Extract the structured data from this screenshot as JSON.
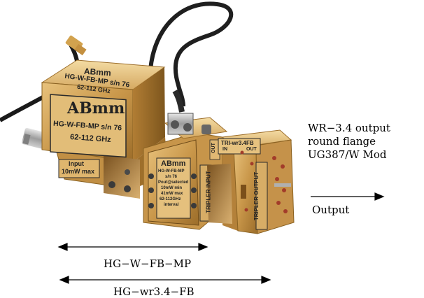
{
  "annotations": {
    "output_spec_line1": "WR−3.4 output",
    "output_spec_line2": "round flange",
    "output_spec_line3": "UG387/W Mod",
    "output_label": "Output",
    "short_span_label": "HG−W−FB−MP",
    "long_span_label": "HG−wr3.4−FB"
  },
  "device_labels": {
    "left_block": {
      "logo": "ABmm",
      "top_text": "HG-W-FB-MP s/n 76",
      "top_freq": "62-112 GHz",
      "front_model": "HG-W-FB-MP s/n 76",
      "front_freq": "62-112 GHz",
      "input_line1": "Input",
      "input_line2": "10mW max"
    },
    "middle_block": {
      "logo": "ABmm",
      "line1": "HG-W-FB-MP",
      "line2": "s/n 76",
      "line3": "Pout@selected",
      "line4": "10mW min",
      "line5": "41mW max",
      "line6": "62-112GHz",
      "line7": "interval",
      "side_label": "TRIPLER INPUT",
      "out_tag": "OUT"
    },
    "right_block": {
      "top_line": "TRI-wr3.4FB",
      "in_label": "IN",
      "out_label": "OUT",
      "side_label": "TRIPLER OUTPUT"
    }
  },
  "colors": {
    "gold": "#c99a4e",
    "gold_dark": "#8a6222",
    "gold_light": "#e9c987",
    "cable": "#1a1a1a",
    "steel": "#b8b8b8"
  }
}
